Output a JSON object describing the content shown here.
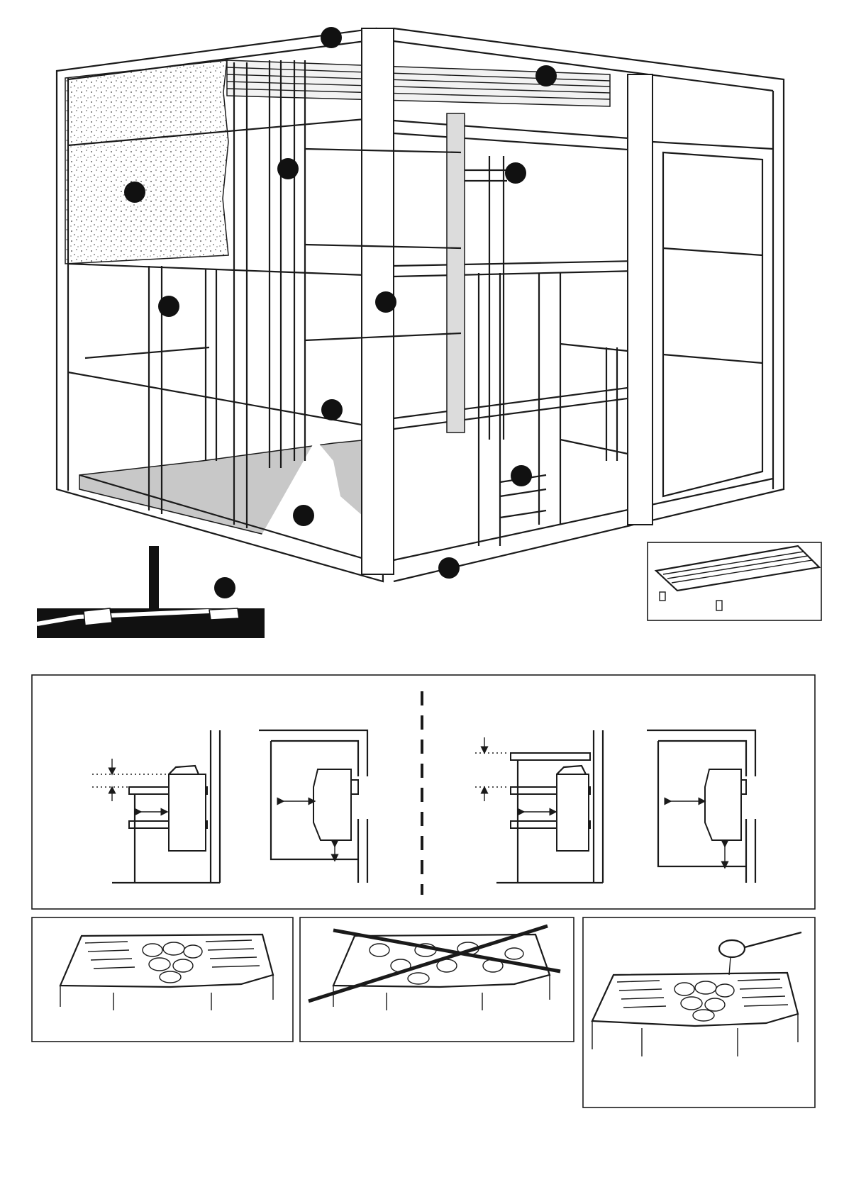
{
  "colors": {
    "ink": "#1a1a1a",
    "marker": "#111111",
    "floor_gray": "#c8c8c8",
    "panel_gray": "#dcdcdc",
    "paper": "#ffffff"
  },
  "callout_markers": 13,
  "figures": {
    "sauna_frame": {
      "callouts": 11
    },
    "floor_drain_detail": {
      "callouts": 1
    },
    "bench_slats_detail": {
      "callouts": 1
    },
    "heater_clearance_panel": {
      "variants": 2,
      "views_per_variant": 2
    },
    "stone_loading_correct_left": {
      "status": "allowed"
    },
    "stone_loading_wrong": {
      "status": "not-allowed",
      "icon": "cross-icon"
    },
    "stone_loading_water_ladle": {
      "icon": "ladle-icon"
    }
  }
}
